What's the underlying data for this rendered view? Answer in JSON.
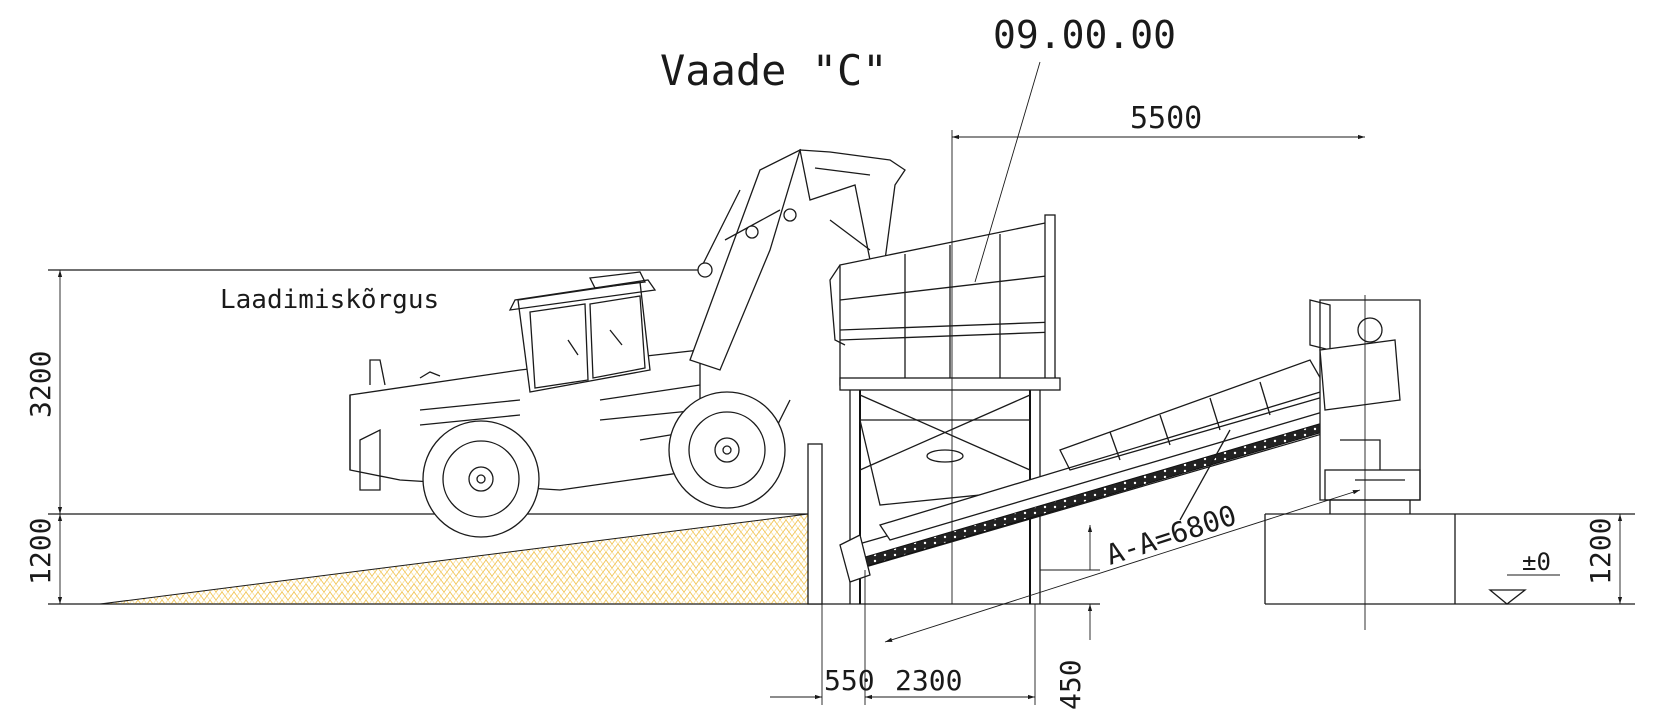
{
  "title": "Vaade \"C\"",
  "part_number": "09.00.00",
  "loading_height_label": "Laadimiskõrgus",
  "dimensions": {
    "top_span": "5500",
    "loading_height": "3200",
    "ramp_height_left": "1200",
    "ramp_height_right": "1200",
    "conveyor_length": "A-A=6800",
    "offset_left": "550",
    "support_span": "2300",
    "pit_depth": "450"
  },
  "level_mark": "±0",
  "colors": {
    "line": "#1a1a1a",
    "sand_fill": "#f3c64d"
  }
}
